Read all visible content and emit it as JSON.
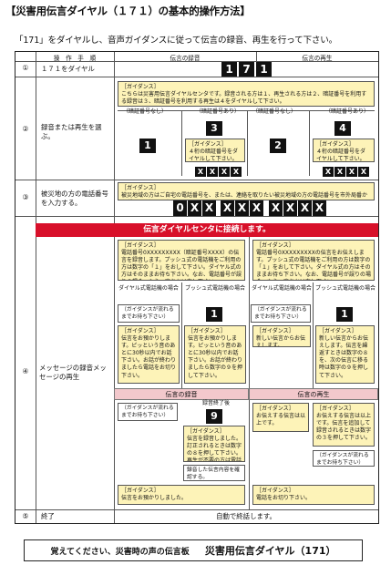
{
  "title": "【災害用伝言ダイヤル（１７１）の基本的操作方法】",
  "subtitle": "「171」をダイヤルし、音声ガイダンスに従って伝言の録音、再生を行って下さい。",
  "table": {
    "header": {
      "steps": "操　作　手　順",
      "record": "伝言の録音",
      "play": "伝言の再生"
    },
    "rows": [
      {
        "num": "①",
        "label": "１７１をダイヤル"
      },
      {
        "num": "②",
        "label": "録音または再生を選ぶ。"
      },
      {
        "num": "③",
        "label": "被災地の方の電話番号を入力する。"
      },
      {
        "num": "④",
        "label": "メッセージの録音メッセージの再生"
      },
      {
        "num": "⑤",
        "label": "終了"
      }
    ]
  },
  "keys": {
    "k171": [
      "1",
      "7",
      "1"
    ],
    "k1": "1",
    "k2": "2",
    "k3": "3",
    "k4": "4",
    "k9": "9",
    "x": "X",
    "zero": "0"
  },
  "row2": {
    "guidance": "［ガイダンス］\nこちらは災害用伝言ダイヤルセンタです。録音される方は１、再生される方は２、暗証番号を利用する録音は３、暗証番号を利用する再生は４をダイヤルして下さい。",
    "no_pin": "（暗証番号なし）",
    "with_pin": "（暗証番号あり）",
    "pin_guidance": "［ガイダンス］\n４桁の暗証番号をダイヤルして下さい。"
  },
  "row3": {
    "guidance": "［ガイダンス］\n被災地域の方はご自宅の電話番号を、または、連絡を取りたい被災地域の方の電話番号を市外局番からダイヤルして下さい。"
  },
  "center_connect": "伝言ダイヤルセンタに接続します。",
  "row4": {
    "rec_guidance": "［ガイダンス］\n電話番号0XXXXXXXXX（暗証番号XXXX）の伝言を録音します。プッシュ式の電話機をご利用の方は数字の「１」をおして下さい。ダイヤル式の方はそのままお待ち下さい。なお、電話番号が誤りの場合、もう一度おかけ直し下さい。",
    "play_guidance": "［ガイダンス］\n電話番号0XXXXXXXXXの伝言をお伝えします。プッシュ式の電話機をご利用の方は数字の「１」をおして下さい。ダイヤル式の方はそのままお待ち下さい。なお、電話番号が誤りの場合、もう一度おかけ直し下さい。",
    "dial_phone": "ダイヤル式電話機の場合",
    "push_phone": "プッシュ式電話機の場合",
    "wait_guidance": "（ガイダンスが流れるまでお待ち下さい）",
    "rec_dial": "［ガイダンス］\n伝言をお預かりします。ピッという音のあとに30秒以内でお話下さい。お話が終わりましたら電話をお切り下さい。",
    "rec_push": "［ガイダンス］\n伝言をお預かりします。ピッという音のあとに30秒以内でお話下さい。お話が終わりましたら数字の９を押して下さい。",
    "play_dial": "［ガイダンス］\n新しい伝言からお伝えします。",
    "play_push": "［ガイダンス］\n新しい伝言からお伝えします。伝言を繰返すときは数字の８を、次の伝言に移る時は数字の９を押して下さい。",
    "rec_header": "伝言の録音",
    "play_header": "伝言の再生",
    "rec_end": "録音終了後",
    "rec_end_guidance": "［ガイダンス］\n伝言を録音しました。訂正されるときは数字の８を押して下さい。再生が不要の方は電話をお切り下さい。",
    "rec_confirm": "録音した伝言内容を確認する。",
    "rec_final": "［ガイダンス］\n伝言をお預かりしました。",
    "play_end_dial": "［ガイダンス］\nお伝えする伝言は以上です。",
    "play_end_push": "［ガイダンス］\nお伝えする伝言は以上です。伝言を追加して録音されるときは数字の３を押して下さい。",
    "play_final": "［ガイダンス］\n電話をお切り下さい。"
  },
  "row5": {
    "text": "自動で終話します。"
  },
  "footer": {
    "part1": "覚えてください、災害時の声の伝言板",
    "part2": "災害用伝言ダイヤル（171）"
  }
}
